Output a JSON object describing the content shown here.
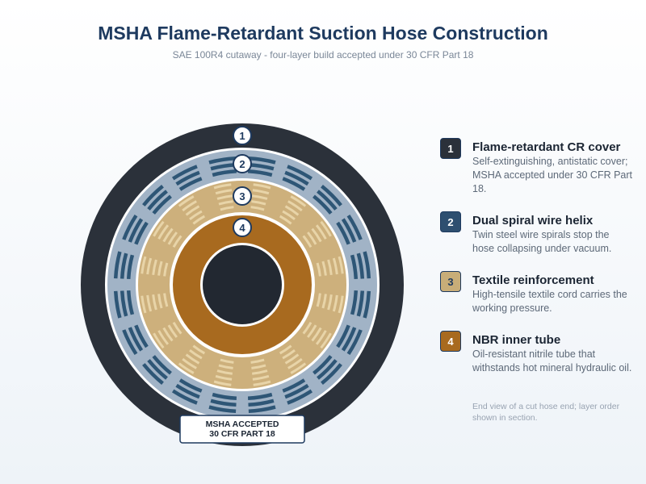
{
  "header": {
    "title": "MSHA Flame-Retardant Suction Hose Construction",
    "subtitle": "SAE 100R4 cutaway - four-layer build accepted under 30 CFR Part 18"
  },
  "layers": [
    {
      "number": "1",
      "title": "Flame-retardant CR cover",
      "description": "Self-extinguishing, antistatic cover; MSHA accepted under 30 CFR Part 18.",
      "color": "#2b313a",
      "badge_text_color": "#ffffff"
    },
    {
      "number": "2",
      "title": "Dual spiral wire helix",
      "description": "Twin steel wire spirals stop the hose collapsing under vacuum.",
      "color": "#2e4f70",
      "badge_text_color": "#ffffff"
    },
    {
      "number": "3",
      "title": "Textile reinforcement",
      "description": "High-tensile textile cord carries the working pressure.",
      "color": "#c8ad78",
      "badge_text_color": "#1e3a5f"
    },
    {
      "number": "4",
      "title": "NBR inner tube",
      "description": "Oil-resistant nitrile tube that withstands hot mineral hydraulic oil.",
      "color": "#a86a1f",
      "badge_text_color": "#ffffff"
    }
  ],
  "stamp": {
    "line1": "MSHA ACCEPTED",
    "line2": "30 CFR PART 18"
  },
  "note": "End view of a cut hose end; layer order shown in section.",
  "colors": {
    "cover": "#2b313a",
    "wire_layer": "#a1b3c6",
    "wire": "#2e5676",
    "textile_layer": "#cdb07c",
    "textile_strand": "#e8d4a8",
    "inner_tube": "#a86a1f",
    "bore": "#222831",
    "separator": "#ffffff",
    "accent": "#1e3a5f"
  }
}
